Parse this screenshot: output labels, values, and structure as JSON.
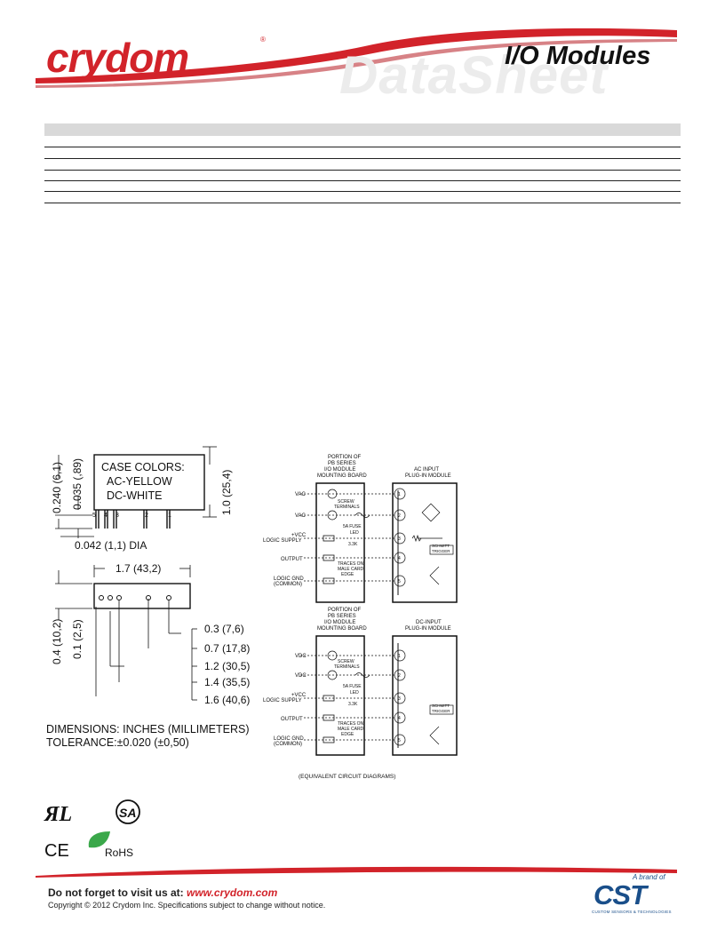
{
  "header": {
    "logo_text": "crydom",
    "logo_reg": "®",
    "watermark": "DataSheet",
    "title": "I/O Modules"
  },
  "dimensions": {
    "case_colors_line1": "CASE COLORS:",
    "case_colors_line2": "AC-YELLOW",
    "case_colors_line3": "DC-WHITE",
    "dim_240": "0.240 (6,1)",
    "dim_035": "0.035 (,89)",
    "dim_10": "1.0 (25,4)",
    "pin_labels": [
      "5",
      "4",
      "3",
      "2",
      "1"
    ],
    "dia": "0.042 (1,1) DIA",
    "width": "1.7 (43,2)",
    "dim_04": "0.4 (10,2)",
    "dim_01": "0.1 (2,5)",
    "dim_03": "0.3 (7,6)",
    "dim_07": "0.7 (17,8)",
    "dim_12": "1.2 (30,5)",
    "dim_14": "1.4 (35,5)",
    "dim_16": "1.6 (40,6)",
    "note_line1": "DIMENSIONS: INCHES (MILLIMETERS)",
    "note_line2": "TOLERANCE:±0.020 (±0,50)"
  },
  "circuits": {
    "ac": {
      "board_title": [
        "PORTION OF",
        "PB SERIES",
        "I/O MODULE",
        "MOUNTING BOARD"
      ],
      "module_title": [
        "AC INPUT",
        "PLUG-IN MODULE"
      ],
      "left_labels": [
        "VAC",
        "VAC",
        "+VCC",
        "LOGIC SUPPLY",
        "OUTPUT",
        "LOGIC GND",
        "(COMMON)"
      ],
      "inner": [
        "SCREW",
        "TERMINALS",
        "5A FUSE",
        "LED",
        "3.3K",
        "TRACES ON",
        "MALE CARD",
        "EDGE",
        "SCHMITT",
        "TRIGGER"
      ]
    },
    "dc": {
      "board_title": [
        "PORTION OF",
        "PB SERIES",
        "I/O MODULE",
        "MOUNTING BOARD"
      ],
      "module_title": [
        "DC-INPUT",
        "PLUG-IN MODULE"
      ],
      "left_labels": [
        "VDC",
        "VDC",
        "+VCC",
        "LOGIC SUPPLY",
        "OUTPUT",
        "LOGIC GND",
        "(COMMON)"
      ],
      "inner": [
        "SCREW",
        "TERMINALS",
        "5A FUSE",
        "LED",
        "3.3K",
        "TRACES ON",
        "MALE CARD",
        "EDGE",
        "SCHMITT",
        "TRIGGER"
      ]
    },
    "pin_numbers": [
      "1",
      "2",
      "3",
      "4",
      "5"
    ],
    "caption": "(EQUIVALENT CIRCUIT DIAGRAMS)"
  },
  "certifications": {
    "ul": "ЯL",
    "csa": "SA",
    "ce": "CE",
    "rohs": "RoHS"
  },
  "footer": {
    "visit_prefix": "Do not forget to visit us at: ",
    "visit_url": "www.crydom.com",
    "copyright": "Copyright © 2012 Crydom Inc. Specifications subject to change without notice.",
    "brand_of": "A brand of",
    "cst": "CST",
    "cst_tagline": "CUSTOM SENSORS & TECHNOLOGIES"
  },
  "colors": {
    "brand_red": "#d2232a",
    "cst_blue": "#1a4f8a",
    "band_gray": "#d9d9d9"
  }
}
